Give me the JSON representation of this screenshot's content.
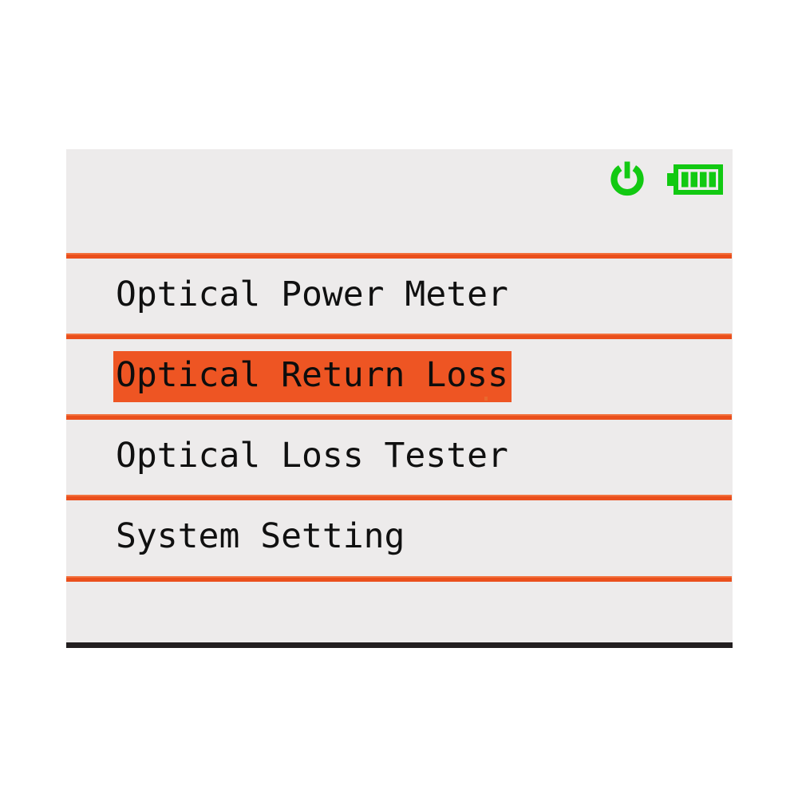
{
  "device": {
    "panel_background": "#EDEBEB",
    "separator_color": "#EA4F1C",
    "separator_highlight_color": "#F2703C",
    "bottom_edge_color": "#231F20",
    "selection_color": "#EE5523",
    "text_color": "#101010"
  },
  "status_bar": {
    "power_icon": "power-icon",
    "power_icon_color": "#12C912",
    "battery_icon": "battery-icon",
    "battery_icon_color": "#12C912",
    "battery_bars": 4
  },
  "menu": {
    "selected_index": 1,
    "items": [
      {
        "label": "Optical Power Meter",
        "icon": "menu-item-icon",
        "selected": false
      },
      {
        "label": "Optical Return Loss",
        "icon": "menu-item-icon",
        "selected": true
      },
      {
        "label": "Optical Loss Tester",
        "icon": "menu-item-icon",
        "selected": false
      },
      {
        "label": "System Setting",
        "icon": "menu-item-icon",
        "selected": false
      }
    ]
  }
}
